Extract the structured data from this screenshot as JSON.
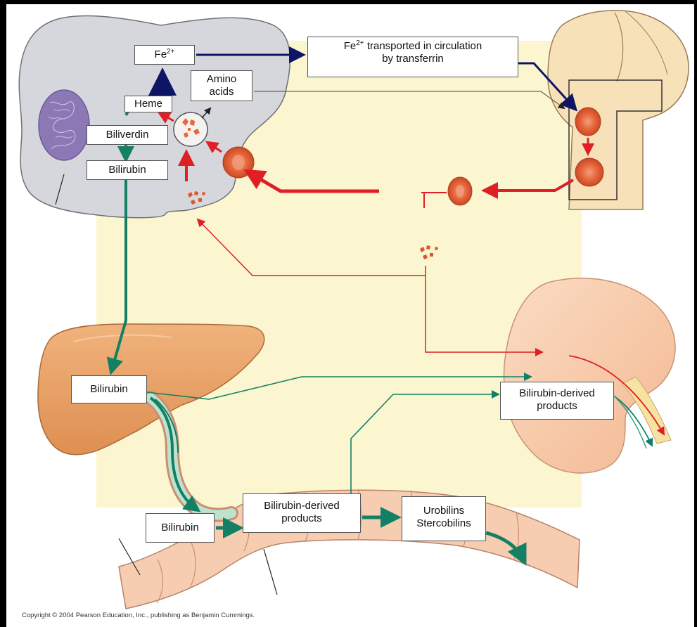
{
  "labels": {
    "fe2": "Fe",
    "fe2_sup": "2+",
    "fe_transport_line1": "Fe",
    "fe_transport_sup": "2+",
    "fe_transport_line1_rest": " transported in circulation",
    "fe_transport_line2": "by transferrin",
    "amino_line1": "Amino",
    "amino_line2": "acids",
    "heme": "Heme",
    "biliverdin": "Biliverdin",
    "bilirubin_macrophage": "Bilirubin",
    "bilirubin_liver": "Bilirubin",
    "bilirubin_intestine": "Bilirubin",
    "intestine_products_line1": "Bilirubin-derived",
    "intestine_products_line2": "products",
    "kidney_products_line1": "Bilirubin-derived",
    "kidney_products_line2": "products",
    "urobilins": "Urobilins",
    "stercobilins": "Stercobilins"
  },
  "copyright": "Copyright © 2004 Pearson Education, Inc., publishing as Benjamin Cummings.",
  "colors": {
    "background_panel": "#fbf6cf",
    "macrophage": "#d6d7dc",
    "nucleus": "#8b78b4",
    "liver": "#e9a66b",
    "kidney": "#f8d0b2",
    "intestine": "#f6cdb0",
    "bone": "#f6e1b8",
    "rbc": "#e8663e",
    "iron_arrow": "#0f1565",
    "red_arrow": "#e01e26",
    "green_arrow": "#138065"
  }
}
